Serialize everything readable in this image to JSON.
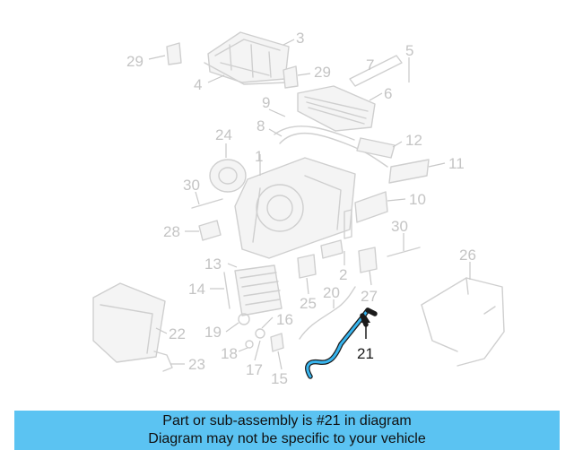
{
  "diagram": {
    "highlight_color": "#38b6f0",
    "part_color": "#cfcfcf",
    "callouts": [
      "1",
      "2",
      "3",
      "4",
      "5",
      "6",
      "7",
      "8",
      "9",
      "10",
      "11",
      "12",
      "13",
      "14",
      "15",
      "16",
      "17",
      "18",
      "19",
      "20",
      "21",
      "22",
      "23",
      "24",
      "25",
      "26",
      "27",
      "28",
      "29",
      "29",
      "30",
      "30"
    ],
    "highlighted_callout": "21"
  },
  "banner": {
    "line1": "Part or sub-assembly is #21 in diagram",
    "line2": "Diagram may not be specific to your vehicle",
    "color": "#5bc3f2"
  }
}
